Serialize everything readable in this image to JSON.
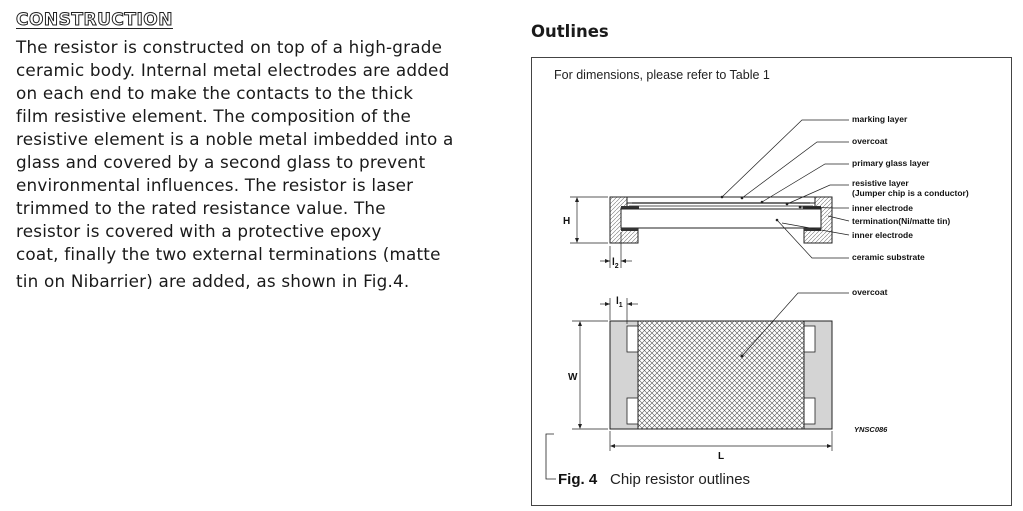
{
  "construction": {
    "heading": "CONSTRUCTION",
    "lines": [
      "The resistor is constructed on top of a high-grade",
      "ceramic body. Internal metal electrodes are added",
      "on each end to make the contacts to the thick",
      "film resistive element. The composition of the",
      "resistive element is a noble metal imbedded into a",
      "glass and covered by a second glass to prevent",
      "environmental influences. The resistor is laser",
      "trimmed to the rated resistance value. The",
      "resistor is covered with a protective epoxy",
      "coat, finally the two external terminations (matte",
      "tin on Nibarrier) are added, as shown in Fig.4."
    ]
  },
  "outlines": {
    "title": "Outlines",
    "note": "For dimensions, please refer to Table 1",
    "side_labels": {
      "marking_layer": "marking layer",
      "overcoat": "overcoat",
      "primary_glass_layer": "primary glass layer",
      "resistive_layer": "resistive layer",
      "jumper_note": "(Jumper chip is a conductor)",
      "inner_electrode_1": "inner electrode",
      "termination": "termination(Ni/matte tin)",
      "inner_electrode_2": "inner electrode",
      "ceramic_substrate": "ceramic substrate"
    },
    "top_labels": {
      "overcoat": "overcoat"
    },
    "dimensions": {
      "H": "H",
      "l2": "l",
      "l2_sub": "2",
      "l1": "l",
      "l1_sub": "1",
      "W": "W",
      "L": "L"
    },
    "drawing_code": "YNSC086",
    "caption": {
      "number": "Fig. 4",
      "text": "Chip resistor outlines"
    }
  }
}
